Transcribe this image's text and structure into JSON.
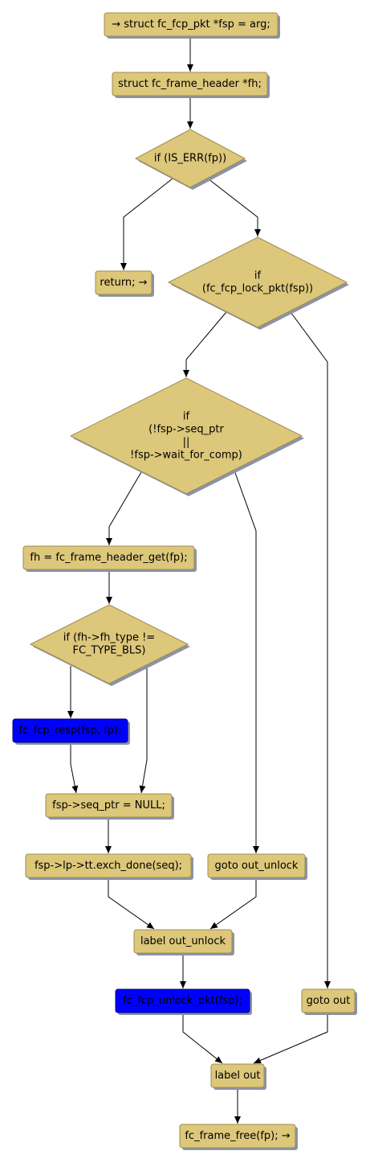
{
  "colors": {
    "node_fill": "#DCC77A",
    "node_stroke": "#A08C4E",
    "shadow": "#8A93A8",
    "highlight_fill": "#0000FF",
    "highlight_stroke": "#00007A",
    "edge": "#000000",
    "background": "#FFFFFF"
  },
  "nodes": {
    "n1": {
      "kind": "box",
      "lines": [
        "→ struct fc_fcp_pkt *fsp = arg;"
      ]
    },
    "n2": {
      "kind": "box",
      "lines": [
        "struct fc_frame_header *fh;"
      ]
    },
    "n3": {
      "kind": "diamond",
      "lines": [
        "if (IS_ERR(fp))"
      ]
    },
    "n4": {
      "kind": "box",
      "lines": [
        "return; →"
      ]
    },
    "n5": {
      "kind": "diamond",
      "lines": [
        "if",
        "(fc_fcp_lock_pkt(fsp))"
      ]
    },
    "n6": {
      "kind": "diamond",
      "lines": [
        "if",
        "(!fsp->seq_ptr",
        "||",
        "!fsp->wait_for_comp)"
      ]
    },
    "n7": {
      "kind": "box",
      "lines": [
        "fh = fc_frame_header_get(fp);"
      ]
    },
    "n8": {
      "kind": "diamond",
      "lines": [
        "if (fh->fh_type !=",
        "FC_TYPE_BLS)"
      ]
    },
    "n9": {
      "kind": "box",
      "highlight": true,
      "lines": [
        "fc_fcp_resp(fsp, fp);"
      ]
    },
    "n10": {
      "kind": "box",
      "lines": [
        "fsp->seq_ptr = NULL;"
      ]
    },
    "n11": {
      "kind": "box",
      "lines": [
        "fsp->lp->tt.exch_done(seq);"
      ]
    },
    "n12": {
      "kind": "box",
      "lines": [
        "goto out_unlock"
      ]
    },
    "n13": {
      "kind": "box",
      "lines": [
        "label out_unlock"
      ]
    },
    "n14": {
      "kind": "box",
      "highlight": true,
      "lines": [
        "fc_fcp_unlock_pkt(fsp);"
      ]
    },
    "n15": {
      "kind": "box",
      "lines": [
        "goto out"
      ]
    },
    "n16": {
      "kind": "box",
      "lines": [
        "label out"
      ]
    },
    "n17": {
      "kind": "box",
      "lines": [
        "fc_frame_free(fp); →"
      ]
    }
  },
  "edges": [
    [
      "n1",
      "n2"
    ],
    [
      "n2",
      "n3"
    ],
    [
      "n3",
      "n4"
    ],
    [
      "n3",
      "n5"
    ],
    [
      "n5",
      "n6"
    ],
    [
      "n5",
      "n15"
    ],
    [
      "n6",
      "n7"
    ],
    [
      "n6",
      "n12"
    ],
    [
      "n7",
      "n8"
    ],
    [
      "n8",
      "n9"
    ],
    [
      "n8",
      "n10"
    ],
    [
      "n9",
      "n10"
    ],
    [
      "n10",
      "n11"
    ],
    [
      "n11",
      "n13"
    ],
    [
      "n12",
      "n13"
    ],
    [
      "n13",
      "n14"
    ],
    [
      "n14",
      "n16"
    ],
    [
      "n15",
      "n16"
    ],
    [
      "n16",
      "n17"
    ]
  ]
}
